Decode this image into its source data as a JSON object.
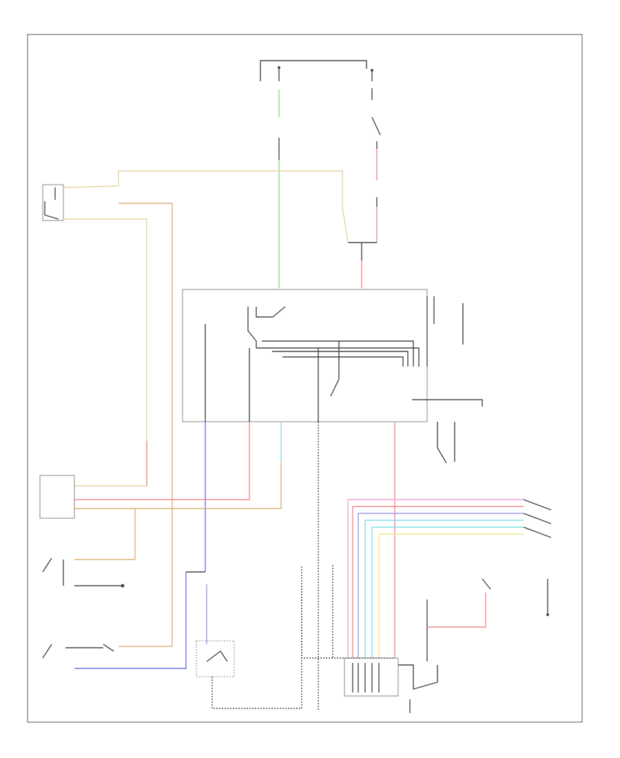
{
  "diagram": {
    "title": "",
    "footer_code": "",
    "wire_colors": {
      "green": "#7ee57e",
      "red": "#f48a8a",
      "tan": "#e6d2a4",
      "orange_tan": "#dcb27a",
      "blue": "#6f6fea",
      "light_blue": "#9a9af0",
      "cyan": "#7fe0e8",
      "pink": "#f4a0d8",
      "yellow": "#f0ea8a",
      "black": "#444444"
    },
    "components": [
      {
        "id": "fuse-top-left",
        "icon": "fuse-icon"
      },
      {
        "id": "fuse-top-right",
        "icon": "fuse-icon"
      },
      {
        "id": "relay-switch-top",
        "icon": "switch-icon"
      },
      {
        "id": "joint-connector-left",
        "icon": "connector-icon"
      },
      {
        "id": "control-unit-main",
        "icon": "module-box-icon"
      },
      {
        "id": "relay-internal-1",
        "icon": "relay-icon"
      },
      {
        "id": "relay-internal-2",
        "icon": "relay-icon"
      },
      {
        "id": "sensor-box-left",
        "icon": "module-box-icon"
      },
      {
        "id": "push-button-switch",
        "icon": "switch-icon"
      },
      {
        "id": "brake-pedal-switch",
        "icon": "switch-icon"
      },
      {
        "id": "transmission-range-switch",
        "icon": "switch-icon"
      },
      {
        "id": "transmission-control-connector",
        "icon": "connector-icon"
      },
      {
        "id": "actuator-motor",
        "icon": "motor-icon"
      },
      {
        "id": "ground-right",
        "icon": "ground-icon"
      }
    ]
  }
}
